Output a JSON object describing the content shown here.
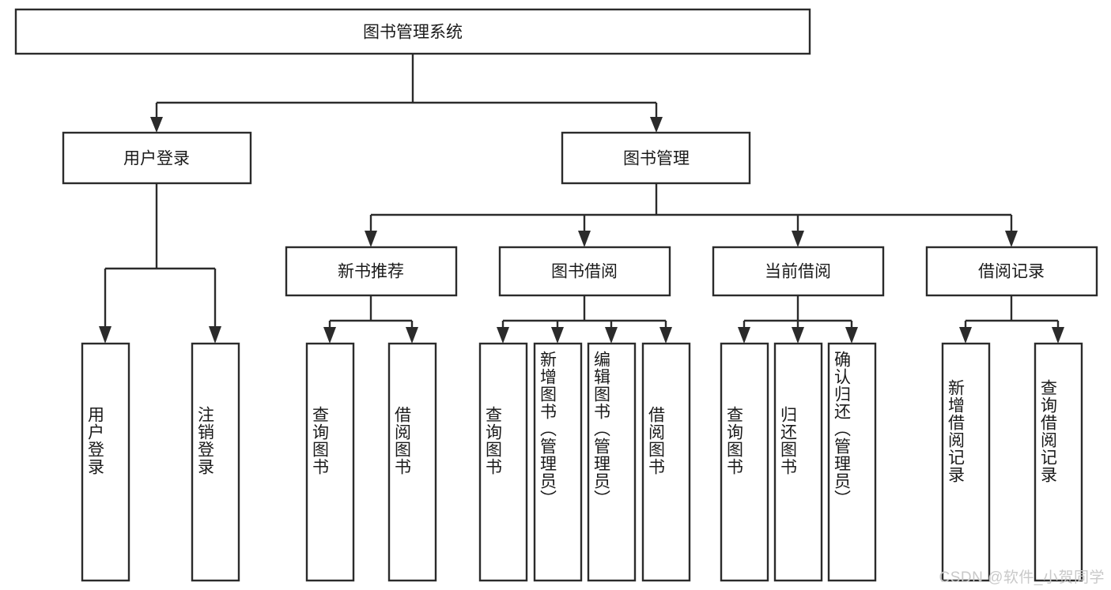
{
  "diagram": {
    "title": "图书管理系统",
    "type": "hierarchy-tree",
    "root": {
      "id": "root",
      "label": "图书管理系统"
    },
    "level2": [
      {
        "id": "user-login",
        "label": "用户登录"
      },
      {
        "id": "book-management",
        "label": "图书管理"
      }
    ],
    "level3": [
      {
        "id": "new-book-recommend",
        "label": "新书推荐",
        "parent": "book-management"
      },
      {
        "id": "book-borrow",
        "label": "图书借阅",
        "parent": "book-management"
      },
      {
        "id": "current-borrow",
        "label": "当前借阅",
        "parent": "book-management"
      },
      {
        "id": "borrow-record",
        "label": "借阅记录",
        "parent": "book-management"
      }
    ],
    "leaves": [
      {
        "id": "leaf-user-login",
        "label": "用户登录",
        "parent": "user-login"
      },
      {
        "id": "leaf-logout-login",
        "label": "注销登录",
        "parent": "user-login"
      },
      {
        "id": "leaf-query-book-1",
        "label": "查询图书",
        "parent": "new-book-recommend"
      },
      {
        "id": "leaf-borrow-book-1",
        "label": "借阅图书",
        "parent": "new-book-recommend"
      },
      {
        "id": "leaf-query-book-2",
        "label": "查询图书",
        "parent": "book-borrow"
      },
      {
        "id": "leaf-add-book",
        "label": "新增图书（管理员）",
        "parent": "book-borrow"
      },
      {
        "id": "leaf-edit-book",
        "label": "编辑图书（管理员）",
        "parent": "book-borrow"
      },
      {
        "id": "leaf-borrow-book-2",
        "label": "借阅图书",
        "parent": "book-borrow"
      },
      {
        "id": "leaf-query-book-3",
        "label": "查询图书",
        "parent": "current-borrow"
      },
      {
        "id": "leaf-return-book",
        "label": "归还图书",
        "parent": "current-borrow"
      },
      {
        "id": "leaf-confirm-return",
        "label": "确认归还（管理员）",
        "parent": "current-borrow"
      },
      {
        "id": "leaf-add-record",
        "label": "新增借阅记录",
        "parent": "borrow-record"
      },
      {
        "id": "leaf-query-record",
        "label": "查询借阅记录",
        "parent": "borrow-record"
      }
    ]
  },
  "watermark": {
    "text": "CSDN @软件_小贺同学"
  },
  "colors": {
    "stroke": "#2b2b2b",
    "box_fill": "#ffffff",
    "text": "#1a1a1a",
    "background": "#ffffff",
    "watermark": "#c9c9c9"
  }
}
